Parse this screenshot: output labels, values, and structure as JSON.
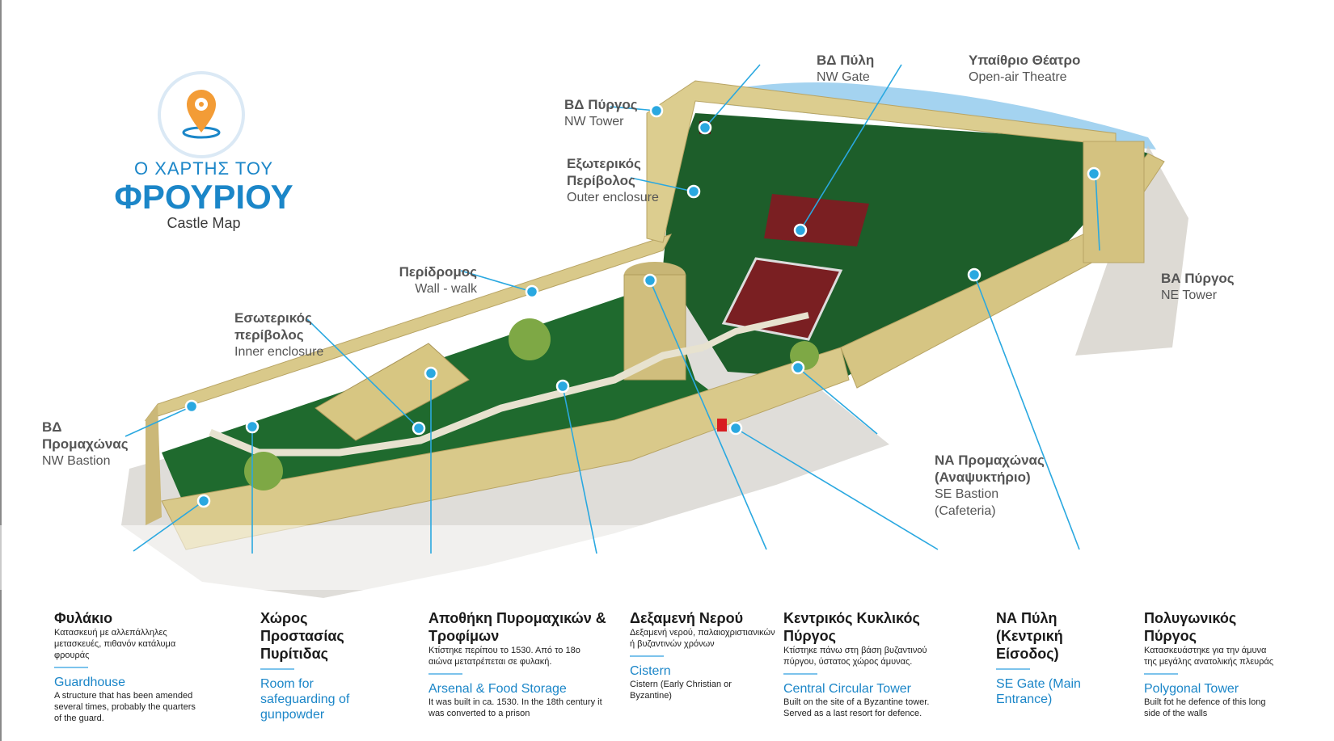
{
  "logo": {
    "icon": "map-pin-icon",
    "line1": "Ο ΧΑΡΤΗΣ ΤΟΥ",
    "line2": "ΦΡΟΥΡΙΟΥ",
    "line3": "Castle Map"
  },
  "colors": {
    "accent": "#1b86c8",
    "marker": "#2aa8e0",
    "wall": "#d9c98a",
    "grass": "#1d5e2a",
    "theatre": "#7a1f22"
  },
  "labels": {
    "nw_gate": {
      "gr": "ΒΔ Πύλη",
      "en": "NW Gate"
    },
    "theatre": {
      "gr": "Υπαίθριο Θέατρο",
      "en": "Open-air Theatre"
    },
    "nw_tower": {
      "gr": "ΒΔ Πύργος",
      "en": "NW Tower"
    },
    "outer_enclosure": {
      "gr1": "Εξωτερικός",
      "gr2": "Περίβολος",
      "en": "Outer enclosure"
    },
    "wall_walk": {
      "gr": "Περίδρομος",
      "en": "Wall - walk"
    },
    "inner_enclosure": {
      "gr1": "Εσωτερικός",
      "gr2": "περίβολος",
      "en": "Inner enclosure"
    },
    "nw_bastion": {
      "gr1": "ΒΔ",
      "gr2": "Προμαχώνας",
      "en": "NW Bastion"
    },
    "ne_tower": {
      "gr": "ΒΑ Πύργος",
      "en": "NE Tower"
    },
    "se_bastion": {
      "gr1": "ΝΑ Προμαχώνας",
      "gr2": "(Αναψυκτήριο)",
      "en1": "SE Bastion",
      "en2": "(Cafeteria)"
    }
  },
  "cards": [
    {
      "gr_title": "Φυλάκιο",
      "gr_desc": "Κατασκευή με αλλεπάλληλες μετασκευές, πιθανόν κατάλυμα φρουράς",
      "en_title": "Guardhouse",
      "en_desc": "A structure that has been amended several times, probably the quarters of the guard."
    },
    {
      "gr_title": "Χώρος Προστασίας Πυρίτιδας",
      "gr_desc": "",
      "en_title": "Room for safeguarding of gunpowder",
      "en_desc": ""
    },
    {
      "gr_title": "Αποθήκη Πυρομαχικών & Τροφίμων",
      "gr_desc": "Κτίστηκε περίπου το 1530. Από το 18ο αιώνα μετατρέπεται σε φυλακή.",
      "en_title": "Arsenal & Food Storage",
      "en_desc": "It was built in ca. 1530. In the 18th century it was converted to a prison"
    },
    {
      "gr_title": "Δεξαμενή Νερού",
      "gr_desc": "Δεξαμενή νερού, παλαιοχριστιανικών ή βυζαντινών χρόνων",
      "en_title": "Cistern",
      "en_desc": "Cistern (Early Christian or Byzantine)"
    },
    {
      "gr_title": "Κεντρικός Κυκλικός Πύργος",
      "gr_desc": "Κτίστηκε πάνω στη βάση βυζαντινού πύργου, ύστατος χώρος άμυνας.",
      "en_title": "Central Circular Tower",
      "en_desc": "Built on the site of a Byzantine tower. Served as a last resort for defence."
    },
    {
      "gr_title": "ΝΑ Πύλη (Κεντρική Είσοδος)",
      "gr_desc": "",
      "en_title": "SE Gate (Main Entrance)",
      "en_desc": ""
    },
    {
      "gr_title": "Πολυγωνικός Πύργος",
      "gr_desc": "Κατασκευάστηκε για την άμυνα της μεγάλης ανατολικής πλευράς",
      "en_title": "Polygonal Tower",
      "en_desc": "Built fot he defence of this long side of the walls"
    }
  ]
}
